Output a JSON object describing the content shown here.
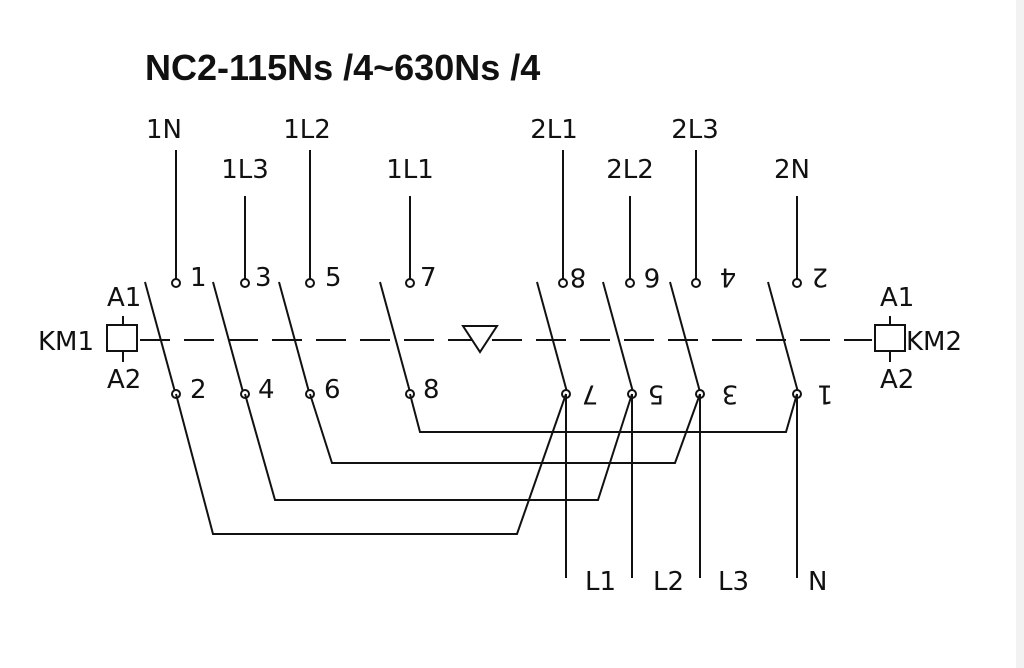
{
  "title": "NC2-115Ns /4~630Ns /4",
  "top_terminals": {
    "t1N": "1N",
    "t1L3": "1L3",
    "t1L2": "1L2",
    "t1L1": "1L1",
    "t2L1": "2L1",
    "t2L2": "2L2",
    "t2L3": "2L3",
    "t2N": "2N"
  },
  "km1": {
    "label": "KM1",
    "a1": "A1",
    "a2": "A2"
  },
  "km2": {
    "label": "KM2",
    "a1": "A1",
    "a2": "A2"
  },
  "km1_contacts_top": [
    "1",
    "3",
    "5",
    "7"
  ],
  "km1_contacts_bottom": [
    "2",
    "4",
    "6",
    "8"
  ],
  "km2_contacts_top": [
    "8",
    "6",
    "4",
    "2"
  ],
  "km2_contacts_bottom": [
    "7",
    "5",
    "3",
    "1"
  ],
  "outputs": [
    "L1",
    "L2",
    "L3",
    "N"
  ]
}
